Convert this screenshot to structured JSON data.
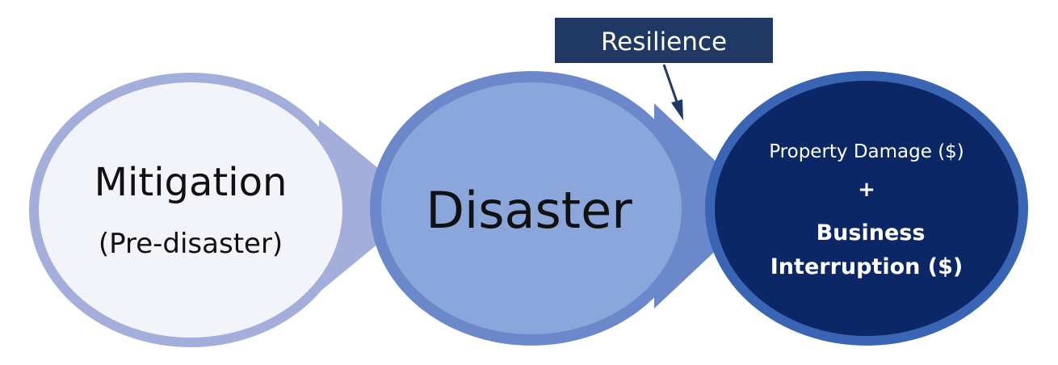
{
  "stages": {
    "mitigation": {
      "title": "Mitigation",
      "subtitle": "(Pre-disaster)",
      "fill_color": "#F3F3FA",
      "border_color": "#A3AEDB"
    },
    "disaster": {
      "title": "Disaster",
      "fill_color": "#8AA6DA",
      "border_color": "#6B88CB"
    },
    "impact": {
      "line1": "Property Damage ($)",
      "plus": "+",
      "line2": "Business",
      "line3": "Interruption ($)",
      "fill_color": "#0B2766",
      "border_color": "#3A64B4",
      "text_color": "#FFFFFF"
    }
  },
  "resilience_label": {
    "text": "Resilience",
    "bg_color": "#1F3864",
    "text_color": "#FFFFFF",
    "arrow_color": "#1F3864"
  }
}
